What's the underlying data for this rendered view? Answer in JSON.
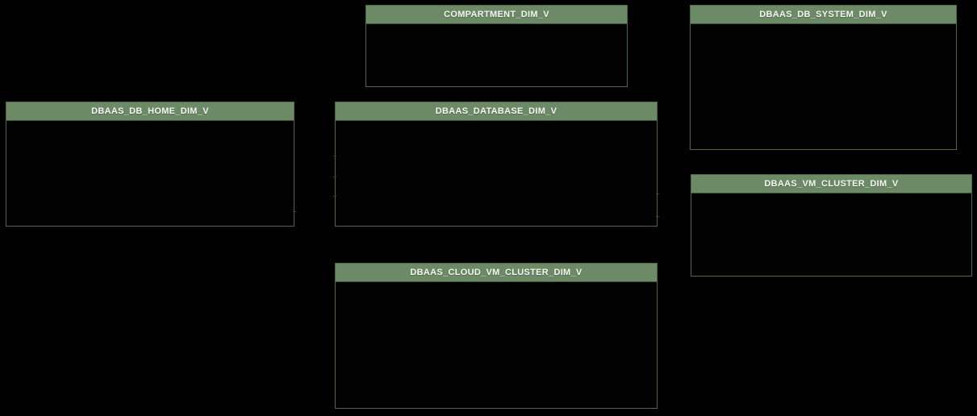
{
  "diagram": {
    "type": "er-schema-diagram",
    "background_color": "#000000",
    "entity_header_color": "#6d8a67",
    "entity_border_color": "#4e6844",
    "entity_body_color": "#020202",
    "entity_title_color": "#f5f7f2",
    "entities": [
      {
        "id": "compartment",
        "label": "COMPARTMENT_DIM_V"
      },
      {
        "id": "db-system",
        "label": "DBAAS_DB_SYSTEM_DIM_V"
      },
      {
        "id": "db-home",
        "label": "DBAAS_DB_HOME_DIM_V"
      },
      {
        "id": "database",
        "label": "DBAAS_DATABASE_DIM_V"
      },
      {
        "id": "vm-cluster",
        "label": "DBAAS_VM_CLUSTER_DIM_V"
      },
      {
        "id": "cloud-vm-cluster",
        "label": "DBAAS_CLOUD_VM_CLUSTER_DIM_V"
      }
    ]
  }
}
